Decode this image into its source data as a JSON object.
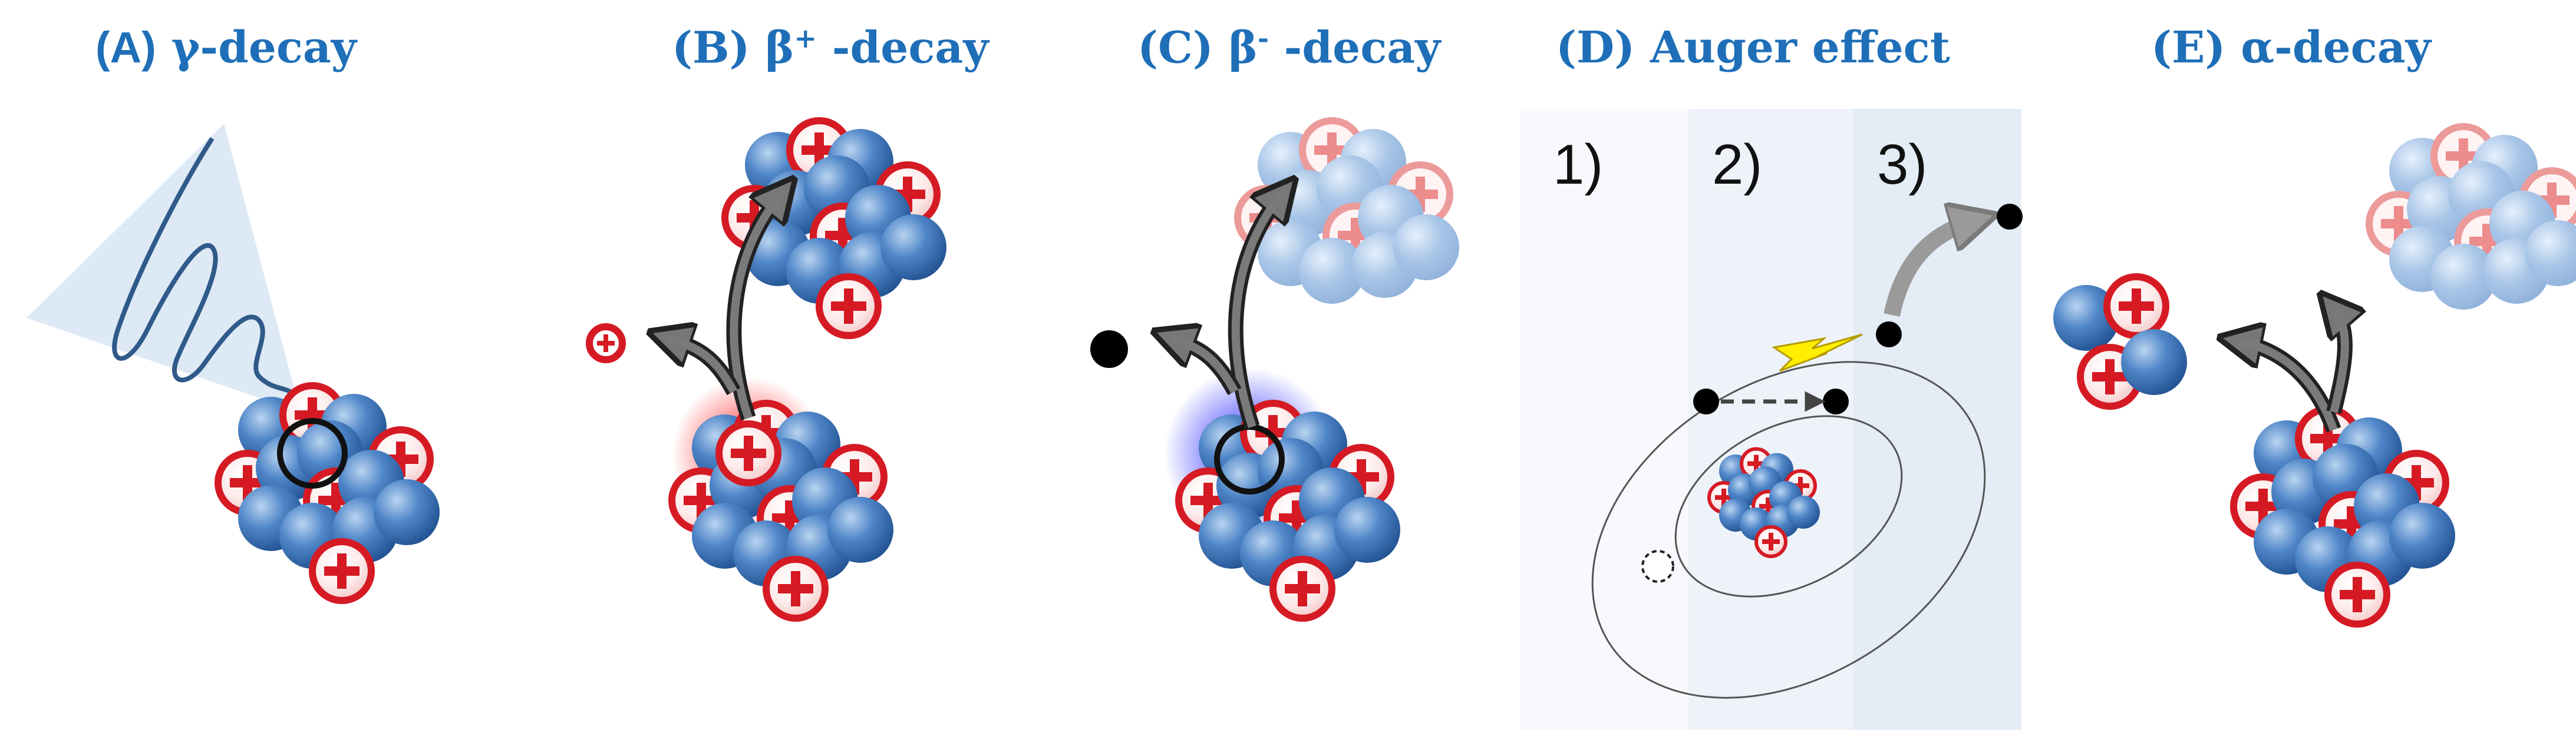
{
  "panels": [
    {
      "letter": "(A)",
      "title": "γ-decay"
    },
    {
      "letter": "(B)",
      "title": "β",
      "title_sup": "+",
      "title_suffix": " -decay"
    },
    {
      "letter": "(C)",
      "title": "β",
      "title_sup": "-",
      "title_suffix": " -decay"
    },
    {
      "letter": "(D)",
      "title": "Auger effect"
    },
    {
      "letter": "(E)",
      "title": "α-decay"
    }
  ],
  "auger_steps": [
    "1)",
    "2)",
    "3)"
  ],
  "colors": {
    "title": "#1f6fb8",
    "neutron": "#3f78bd",
    "proton_ring": "#d51a24",
    "electron": "#000000",
    "positron_glow": "#ff2020",
    "electron_glow": "#2a2aff",
    "spark": "#ffee00",
    "auger_panel_bg": "#eaf0f8"
  },
  "icons": [
    "neutron-ball",
    "proton-plus",
    "arrow-curved",
    "wave",
    "electron-dot",
    "lightning-icon"
  ]
}
